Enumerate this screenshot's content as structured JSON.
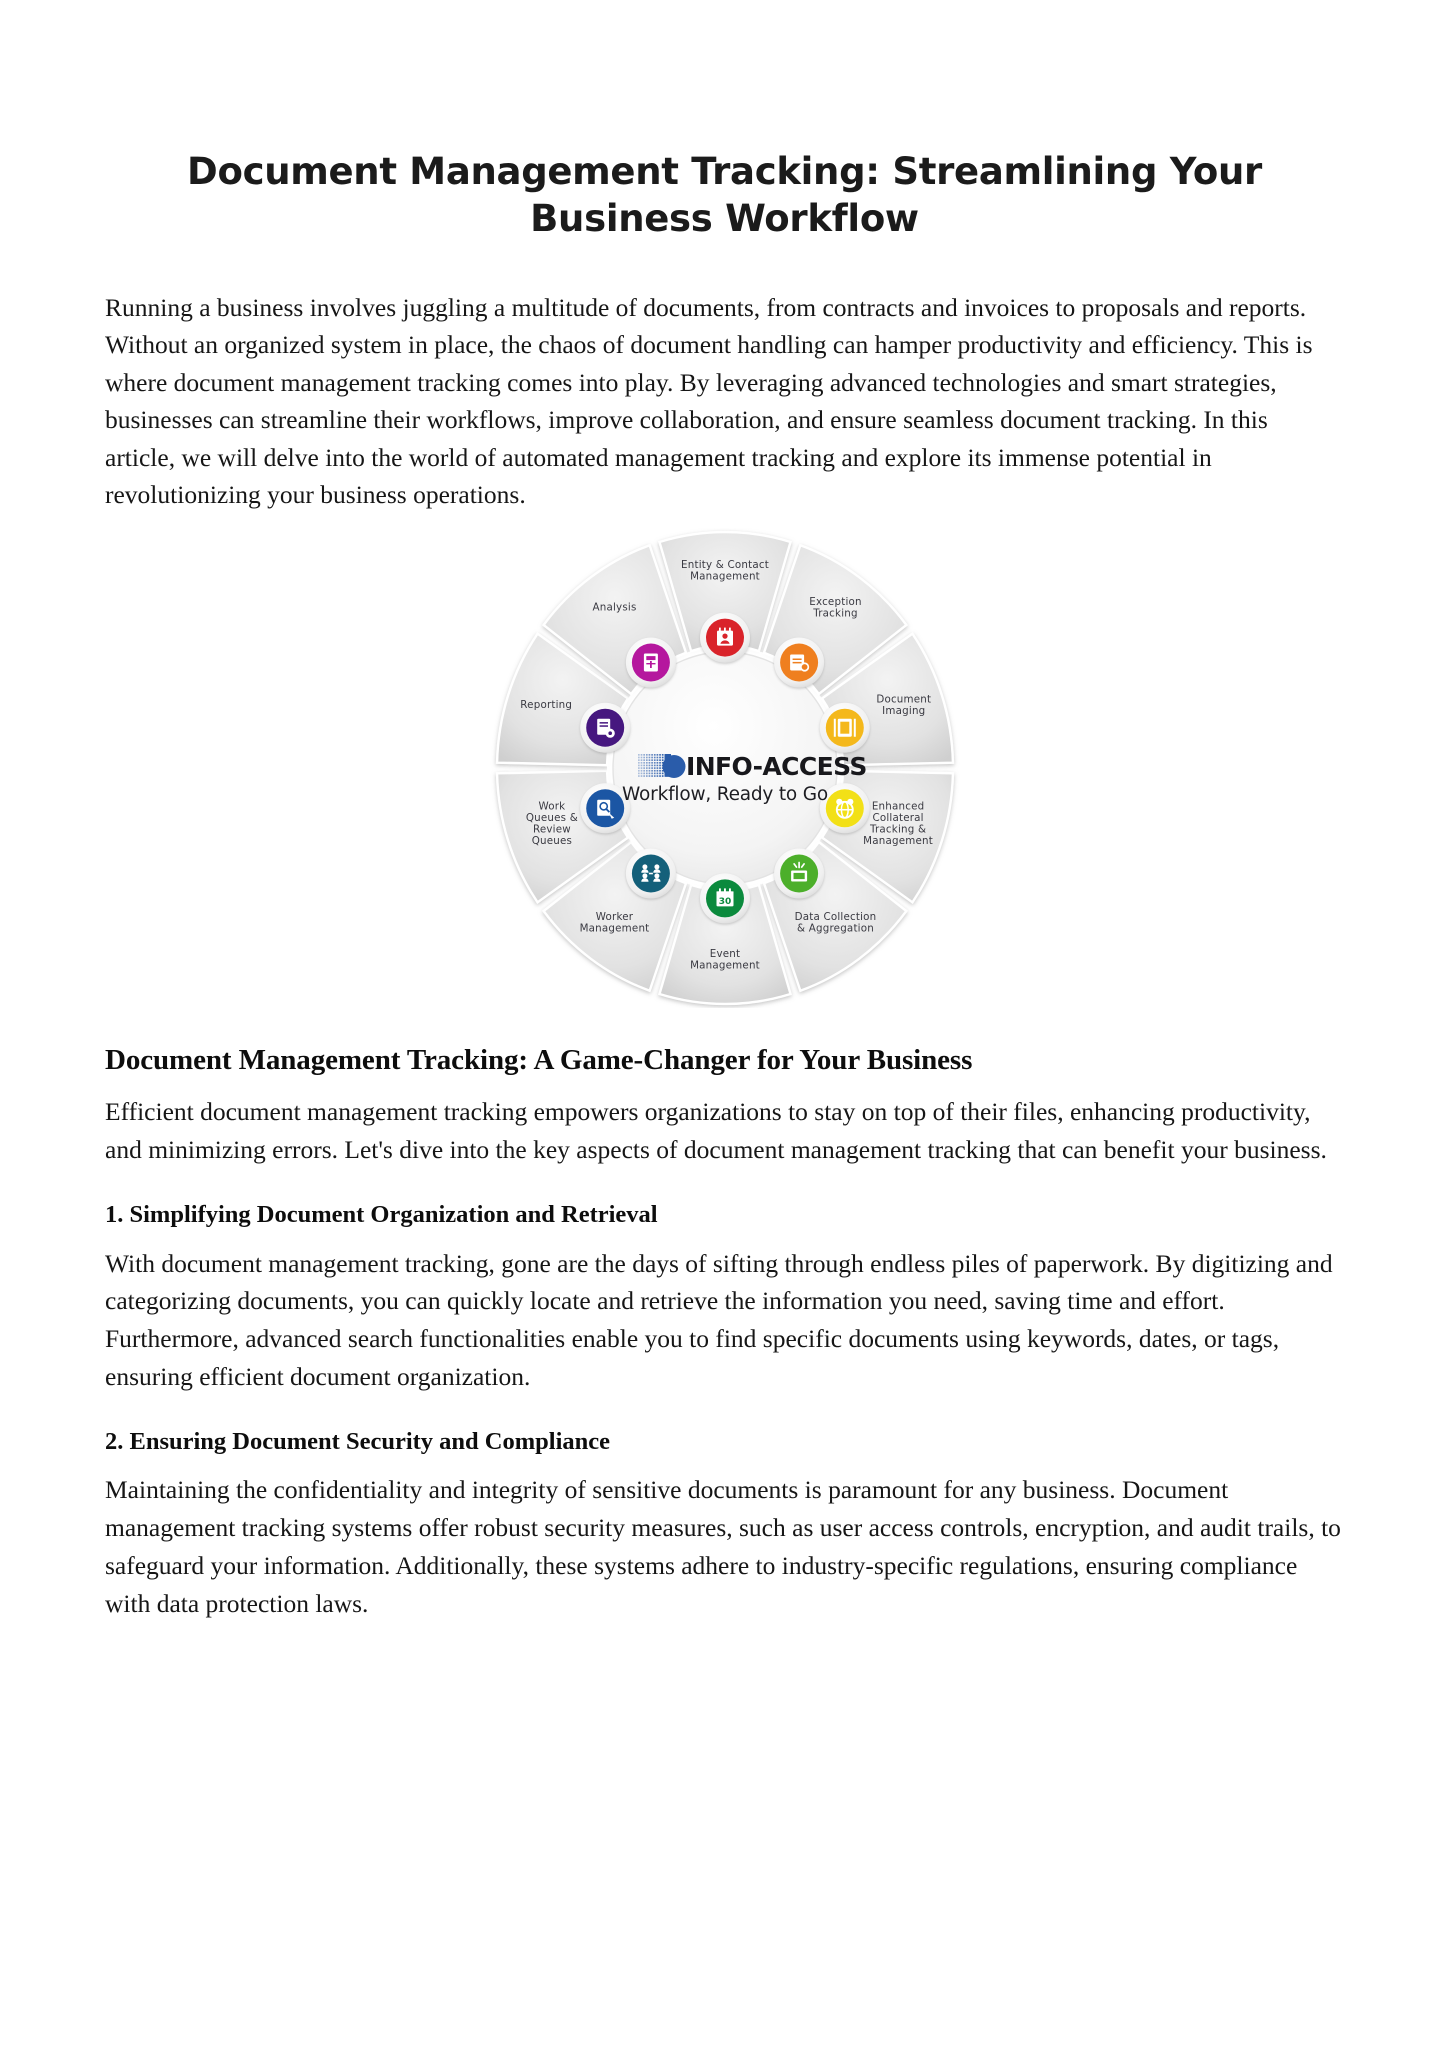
{
  "document": {
    "title": "Document Management Tracking: Streamlining Your Business Workflow",
    "intro": "Running a business involves juggling a multitude of documents, from contracts and invoices to proposals and reports. Without an organized system in place, the chaos of document handling can hamper productivity and efficiency. This is where document management tracking comes into play. By leveraging advanced technologies and smart strategies, businesses can streamline their workflows, improve collaboration, and ensure seamless document tracking. In this article, we will delve into the world of automated management tracking and explore its immense potential in revolutionizing your business operations."
  },
  "figure": {
    "logo": {
      "name": "INFO-ACCESS",
      "tagline": "Workflow, Ready to Go"
    },
    "segments": [
      {
        "label": "Entity & Contact Management",
        "lines": [
          "Entity & Contact",
          "Management"
        ],
        "color": "#d9232a",
        "icon": "contact-card-icon"
      },
      {
        "label": "Exception Tracking",
        "lines": [
          "Exception",
          "Tracking"
        ],
        "color": "#ef7f1f",
        "icon": "exception-clipboard-icon"
      },
      {
        "label": "Document Imaging",
        "lines": [
          "Document",
          "Imaging"
        ],
        "color": "#f4b81b",
        "icon": "scanner-icon"
      },
      {
        "label": "Enhanced Collateral Tracking & Management",
        "lines": [
          "Enhanced",
          "Collateral",
          "Tracking &",
          "Management"
        ],
        "color": "#f2e017",
        "icon": "globe-network-icon"
      },
      {
        "label": "Data Collection & Aggregation",
        "lines": [
          "Data Collection",
          "& Aggregation"
        ],
        "color": "#4caf2a",
        "icon": "monitor-idea-icon"
      },
      {
        "label": "Event Management",
        "lines": [
          "Event",
          "Management"
        ],
        "color": "#0b8a3d",
        "icon": "calendar-30-icon"
      },
      {
        "label": "Worker Management",
        "lines": [
          "Worker",
          "Management"
        ],
        "color": "#14607a",
        "icon": "people-group-icon"
      },
      {
        "label": "Work Queues & Review Queues",
        "lines": [
          "Work",
          "Queues &",
          "Review",
          "Queues"
        ],
        "color": "#1b56a4",
        "icon": "review-document-icon"
      },
      {
        "label": "Reporting",
        "lines": [
          "Reporting"
        ],
        "color": "#46177f",
        "icon": "report-gear-icon"
      },
      {
        "label": "Analysis",
        "lines": [
          "Analysis"
        ],
        "color": "#b5179e",
        "icon": "analysis-chart-icon"
      }
    ]
  },
  "sections": [
    {
      "heading": "Document Management Tracking: A Game-Changer for Your Business",
      "paragraph": "Efficient document management tracking empowers organizations to stay on top of their files, enhancing productivity, and minimizing errors. Let's dive into the key aspects of document management tracking that can benefit your business."
    },
    {
      "heading": "1. Simplifying Document Organization and Retrieval",
      "paragraph": "With document management tracking, gone are the days of sifting through endless piles of paperwork. By digitizing and categorizing documents, you can quickly locate and retrieve the information you need, saving time and effort. Furthermore, advanced search functionalities enable you to find specific documents using keywords, dates, or tags, ensuring efficient document organization."
    },
    {
      "heading": "2. Ensuring Document Security and Compliance",
      "paragraph": "Maintaining the confidentiality and integrity of sensitive documents is paramount for any business. Document management tracking systems offer robust security measures, such as user access controls, encryption, and audit trails, to safeguard your information. Additionally, these systems adhere to industry-specific regulations, ensuring compliance with data protection laws."
    }
  ]
}
